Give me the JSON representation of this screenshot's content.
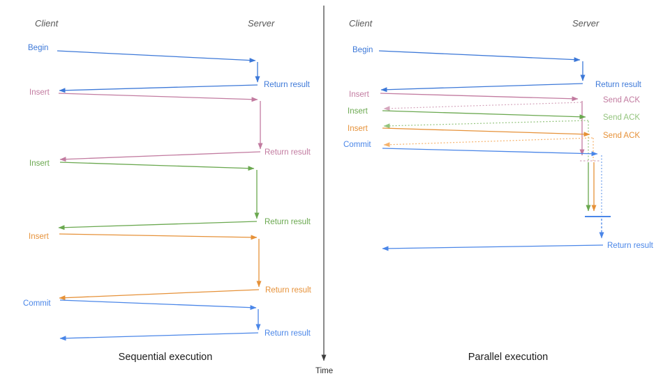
{
  "diagram_title_left": "Sequential execution",
  "diagram_title_right": "Parallel execution",
  "time_axis": {
    "label": "Time"
  },
  "colors": {
    "blue": "#3c78d8",
    "blue_light": "#6d9eeb",
    "commit_blue": "#4a86e8",
    "pink": "#c27ba0",
    "pink_light": "#d5a6bd",
    "green": "#6aa84f",
    "green_light": "#93c47d",
    "orange": "#e69138",
    "orange_light": "#f6b26b",
    "axis": "#3d3d3d",
    "header_gray": "#575757",
    "title": "#1c1c1c"
  },
  "sequential": {
    "title": "Sequential execution",
    "client_label": "Client",
    "server_label": "Server",
    "operations": [
      {
        "label": "Begin",
        "response": "Return result"
      },
      {
        "label": "Insert",
        "response": "Return result"
      },
      {
        "label": "Insert",
        "response": "Return result"
      },
      {
        "label": "Insert",
        "response": "Return result"
      },
      {
        "label": "Commit",
        "response": "Return result"
      }
    ]
  },
  "parallel": {
    "title": "Parallel execution",
    "client_label": "Client",
    "server_label": "Server",
    "operations": [
      {
        "label": "Begin",
        "response": "Return result"
      },
      {
        "label": "Insert",
        "ack": "Send ACK"
      },
      {
        "label": "Insert",
        "ack": "Send ACK"
      },
      {
        "label": "Insert",
        "ack": "Send ACK"
      },
      {
        "label": "Commit",
        "response": "Return result"
      }
    ]
  }
}
